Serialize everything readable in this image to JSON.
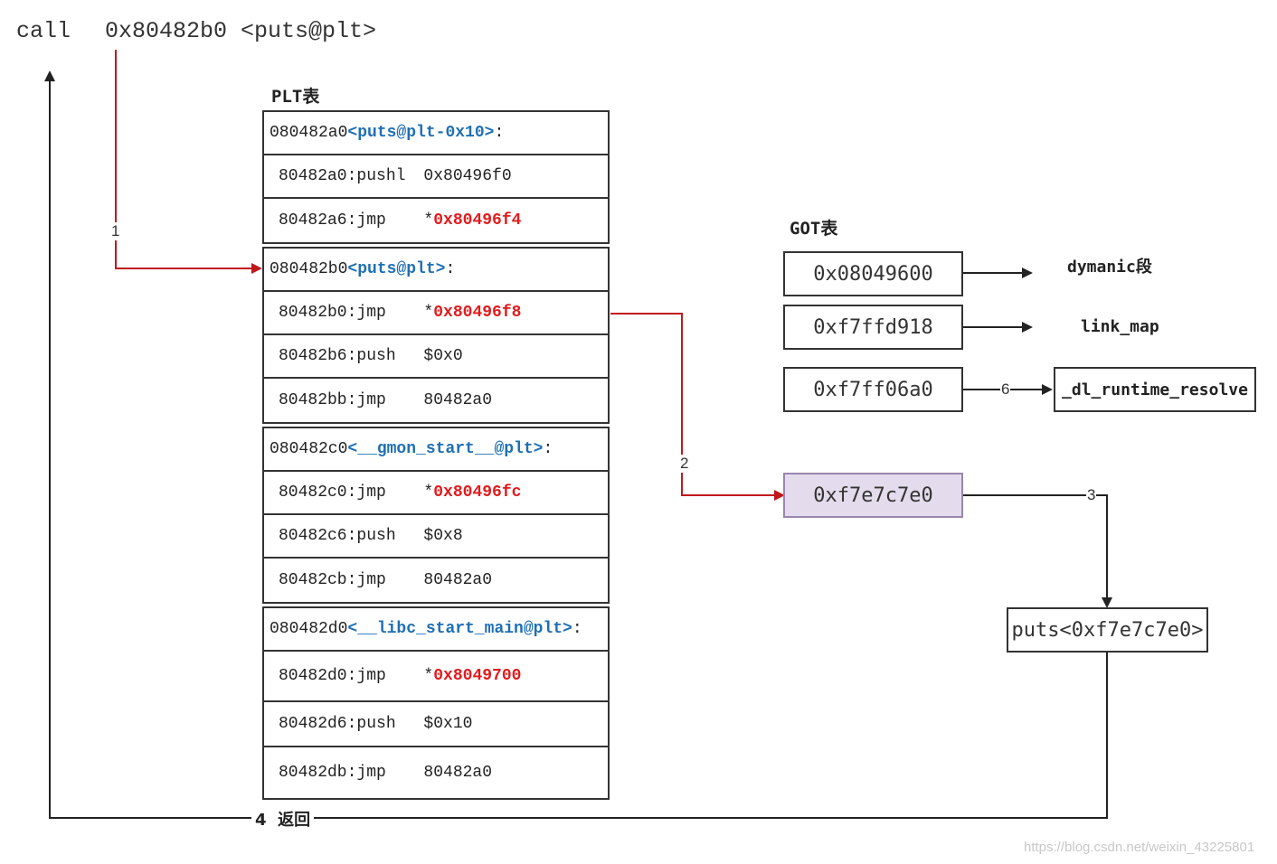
{
  "call_line": {
    "keyword": "call",
    "address": "0x80482b0 <puts@plt>"
  },
  "plt_title": "PLT表",
  "got_title": "GOT表",
  "plt_groups": [
    {
      "header_addr": "080482a0",
      "header_sym": "<puts@plt-0x10>",
      "rows": [
        {
          "addr": "80482a0:",
          "op": "pushl",
          "arg": "0x80496f0",
          "star": "",
          "highlight": false
        },
        {
          "addr": "80482a6:",
          "op": "jmp",
          "arg": "0x80496f4",
          "star": "*",
          "highlight": true
        }
      ]
    },
    {
      "header_addr": "080482b0",
      "header_sym": "<puts@plt>",
      "rows": [
        {
          "addr": "80482b0:",
          "op": "jmp",
          "arg": "0x80496f8",
          "star": "*",
          "highlight": true
        },
        {
          "addr": "80482b6:",
          "op": "push",
          "arg": "$0x0",
          "star": "",
          "highlight": false
        },
        {
          "addr": "80482bb:",
          "op": "jmp",
          "arg": "80482a0",
          "star": "",
          "highlight": false
        }
      ]
    },
    {
      "header_addr": "080482c0",
      "header_sym": "<__gmon_start__@plt>",
      "rows": [
        {
          "addr": "80482c0:",
          "op": "jmp",
          "arg": "0x80496fc",
          "star": "*",
          "highlight": true
        },
        {
          "addr": "80482c6:",
          "op": "push",
          "arg": "$0x8",
          "star": "",
          "highlight": false
        },
        {
          "addr": "80482cb:",
          "op": "jmp",
          "arg": "80482a0",
          "star": "",
          "highlight": false
        }
      ]
    },
    {
      "header_addr": "080482d0",
      "header_sym": "<__libc_start_main@plt>",
      "rows": [
        {
          "addr": "80482d0:",
          "op": "jmp",
          "arg": "0x8049700",
          "star": "*",
          "highlight": true
        },
        {
          "addr": "80482d6:",
          "op": "push",
          "arg": "$0x10",
          "star": "",
          "highlight": false
        },
        {
          "addr": "80482db:",
          "op": "jmp",
          "arg": "80482a0",
          "star": "",
          "highlight": false
        }
      ]
    }
  ],
  "got_entries": [
    {
      "value": "0x08049600",
      "target": "dymanic段"
    },
    {
      "value": "0xf7ffd918",
      "target": "link_map"
    },
    {
      "value": "0xf7ff06a0",
      "target": "_dl_runtime_resolve"
    }
  ],
  "got_puts_entry": "0xf7e7c7e0",
  "puts_box": "puts<0xf7e7c7e0>",
  "step_labels": {
    "s1": "1",
    "s2": "2",
    "s3": "3",
    "s4": "4",
    "s6": "6"
  },
  "return_label": "返回",
  "watermark": "https://blog.csdn.net/weixin_43225801",
  "colors": {
    "arrow_red": "#c0171d",
    "line_dark": "#222222",
    "highlight_fill": "#e4dcec",
    "highlight_border": "#9a86ad",
    "symbol_blue": "#1f6fb5",
    "addr_red": "#e31a1c"
  }
}
